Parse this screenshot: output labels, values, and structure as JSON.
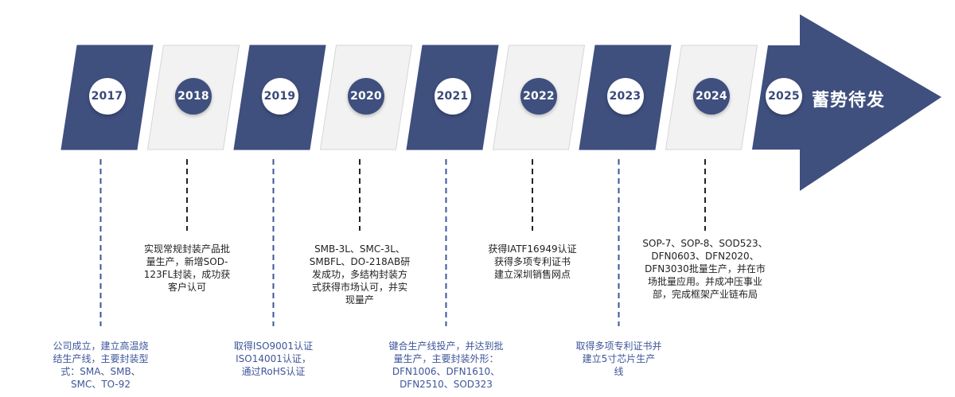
{
  "colors": {
    "dark_panel": "#3f4f7e",
    "light_panel": "#f2f2f2",
    "arrow": "#3f4f7e",
    "bottom_text": "#3e5699",
    "top_text": "#222222"
  },
  "milestones": [
    {
      "year": "2017",
      "text": "公司成立，建立高温烧\n结生产线，主要封装型\n式：SMA、SMB、\nSMC、TO-92"
    },
    {
      "year": "2018",
      "text": "实现常规封装产品批\n量生产，新增SOD-\n123FL封装，成功获\n客户认可"
    },
    {
      "year": "2019",
      "text": "取得ISO9001认证\nISO14001认证，\n通过RoHS认证"
    },
    {
      "year": "2020",
      "text": "SMB-3L、SMC-3L、\nSMBFL、DO-218AB研\n发成功，多结构封装方\n式获得市场认可，并实\n现量产"
    },
    {
      "year": "2021",
      "text": "键合生产线投产，并达到批\n量生产，主要封装外形：\nDFN1006、DFN1610、\nDFN2510、SOD323"
    },
    {
      "year": "2022",
      "text": "获得IATF16949认证\n获得多项专利证书\n建立深圳销售网点"
    },
    {
      "year": "2023",
      "text": "取得多项专利证书并\n建立5寸芯片生产\n线"
    },
    {
      "year": "2024",
      "text": "SOP-7、SOP-8、SOD523、\nDFN0603、DFN2020、\nDFN3030批量生产，并在市\n场批量应用。并成冲压事业\n部，完成框架产业链布局"
    }
  ],
  "final": {
    "year": "2025",
    "label": "蓄势待发"
  }
}
